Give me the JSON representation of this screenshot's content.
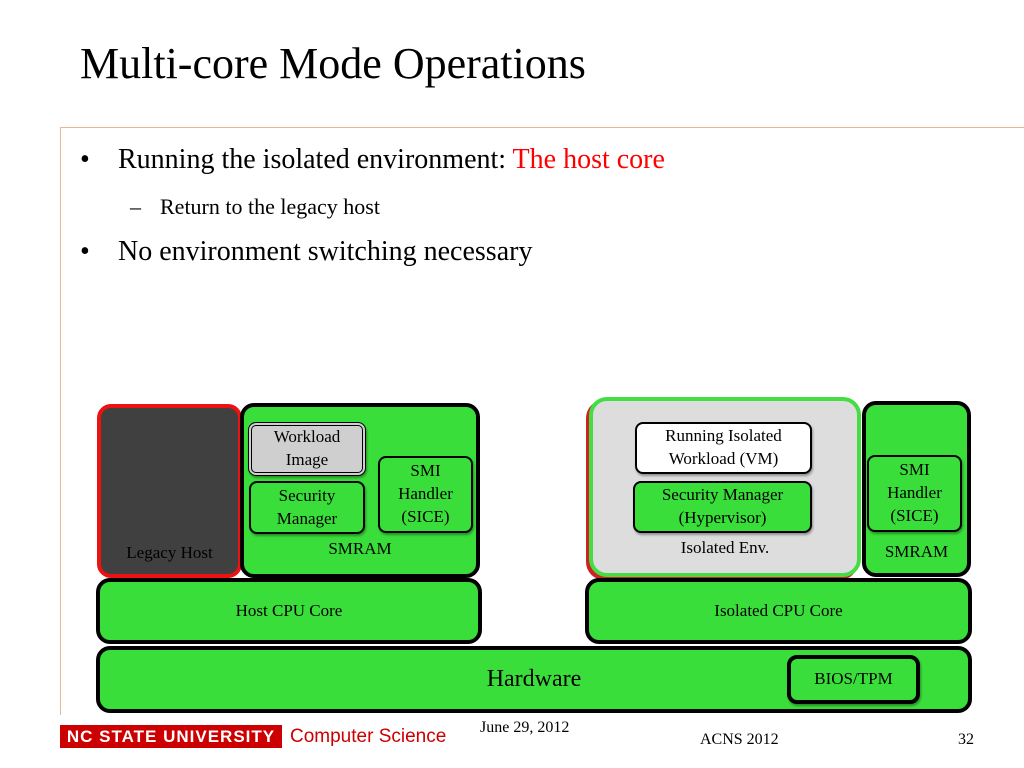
{
  "slide": {
    "title": "Multi-core Mode Operations",
    "bullets": {
      "b1_prefix": "Running the isolated environment: ",
      "b1_highlight": "The host core",
      "b2": "Return to the legacy host",
      "b3": "No environment switching necessary"
    },
    "bullet_glyph": "•",
    "dash_glyph": "–"
  },
  "diagram": {
    "legacy_host": "Legacy Host",
    "smram_left": {
      "label": "SMRAM",
      "workload_image": "Workload Image",
      "security_manager": "Security Manager",
      "smi_handler": "SMI Handler (SICE)"
    },
    "isolated_env": {
      "label": "Isolated Env.",
      "running_isolated": "Running Isolated Workload (VM)",
      "security_manager": "Security Manager (Hypervisor)"
    },
    "smram_right": {
      "label": "SMRAM",
      "smi_handler": "SMI Handler (SICE)"
    },
    "host_cpu_core": "Host CPU Core",
    "isolated_cpu_core": "Isolated CPU Core",
    "hardware": "Hardware",
    "bios_tpm": "BIOS/TPM"
  },
  "footer": {
    "university": "NC STATE UNIVERSITY",
    "department": "Computer Science",
    "date": "June 29, 2012",
    "conference": "ACNS 2012",
    "page_number": "32"
  },
  "colors": {
    "box_green": "#3ade3a",
    "legacy_host_fill": "#404040",
    "legacy_host_border": "#ee1111",
    "isolated_env_fill": "#dddddd",
    "isolated_env_border": "#44dd44",
    "highlight_red": "#ff0000",
    "brand_red": "#cc0000"
  }
}
